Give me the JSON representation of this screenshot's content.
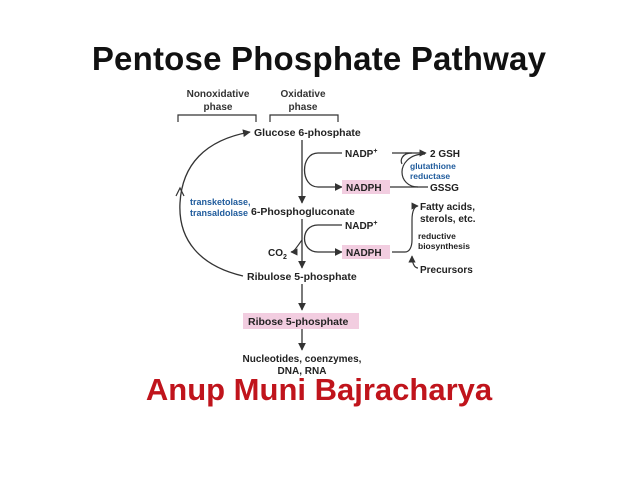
{
  "slide": {
    "title": "Pentose Phosphate Pathway",
    "author": "Anup Muni Bajracharya"
  },
  "diagram": {
    "phase_nonoxidative_line1": "Nonoxidative",
    "phase_nonoxidative_line2": "phase",
    "phase_oxidative_line1": "Oxidative",
    "phase_oxidative_line2": "phase",
    "glucose6p": "Glucose 6-phosphate",
    "phosphogluconate": "6-Phosphogluconate",
    "ribulose5p": "Ribulose 5-phosphate",
    "ribose5p": "Ribose 5-phosphate",
    "products_line1": "Nucleotides, coenzymes,",
    "products_line2": "DNA, RNA",
    "enzymes_line1": "transketolase,",
    "enzymes_line2": "transaldolase",
    "nadp_plus_1": "NADP",
    "nadph_1": "NADPH",
    "nadp_plus_2": "NADP",
    "nadph_2": "NADPH",
    "plus_sign": "+",
    "co2": "CO",
    "co2_subscript": "2",
    "gsh": "2 GSH",
    "glutathione_line1": "glutathione",
    "glutathione_line2": "reductase",
    "gssg": "GSSG",
    "fatty_line1": "Fatty acids,",
    "fatty_line2": "sterols, etc.",
    "reductive_line1": "reductive",
    "reductive_line2": "biosynthesis",
    "precursors": "Precursors"
  },
  "colors": {
    "title": "#111111",
    "author": "#c0141c",
    "enzyme_text": "#1f5b9c",
    "highlight_fill": "#f2cde0",
    "arrow": "#333333"
  }
}
